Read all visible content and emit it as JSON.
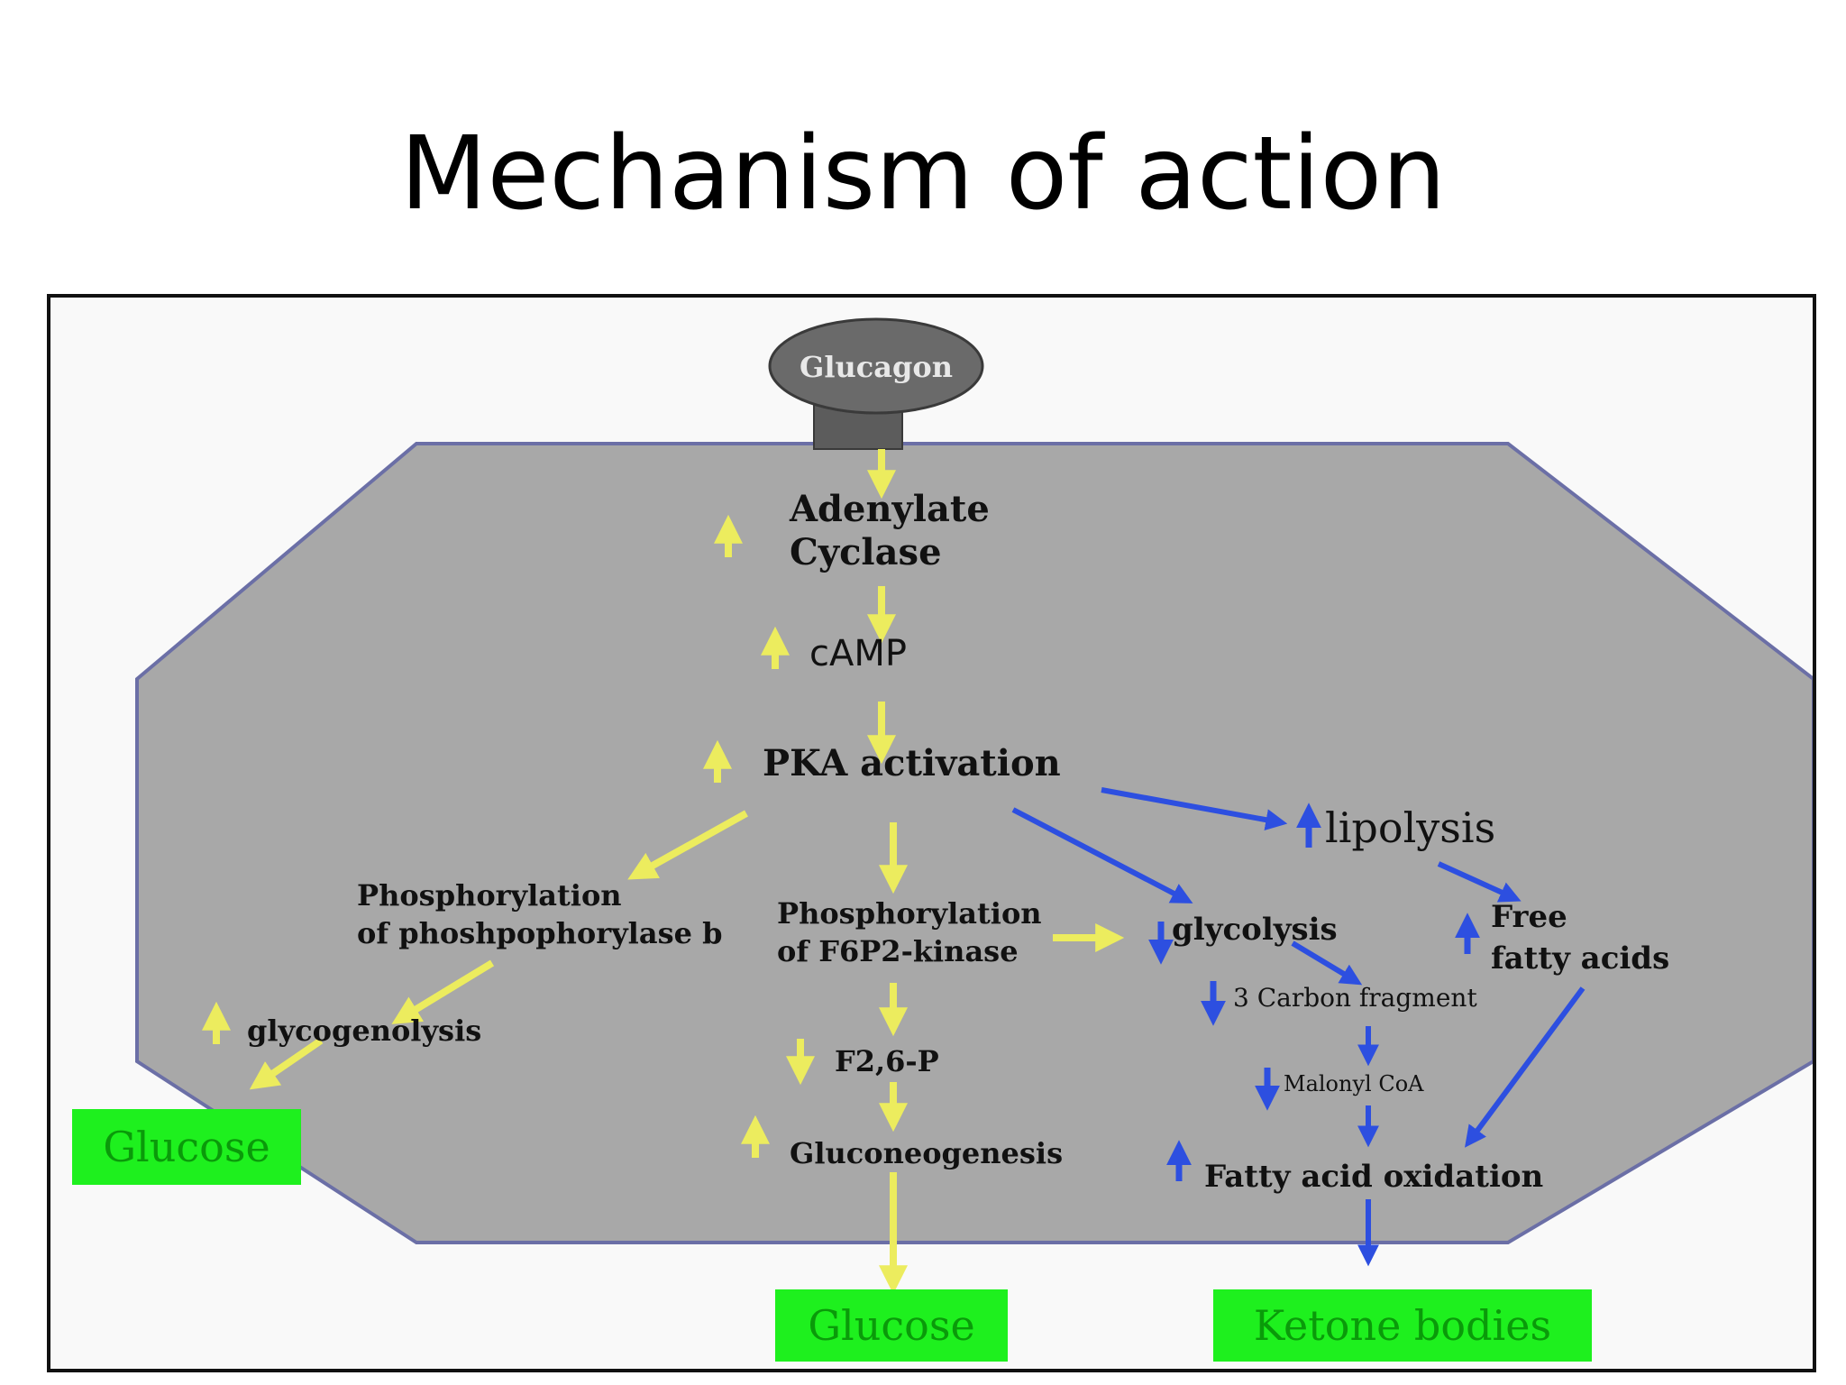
{
  "slide": {
    "title": "Mechanism of action"
  },
  "colors": {
    "cell_fill": "#a8a8a8",
    "cell_border": "#6b6fa6",
    "yellow_arrow": "#ecec5e",
    "blue_arrow": "#2d4fe0",
    "green_box": "#1ef01e",
    "green_text": "#0a9a0a",
    "receptor": "#5c5c5c"
  },
  "diagram": {
    "receptor": "Glucagon",
    "adenylate_1": "Adenylate",
    "adenylate_2": "Cyclase",
    "camp": "cAMP",
    "pka": "PKA activation",
    "lipolysis": "lipolysis",
    "phos_b_1": "Phosphorylation",
    "phos_b_2": "of phoshpophorylase b",
    "phos_f6p_1": "Phosphorylation",
    "phos_f6p_2": "of F6P2-kinase",
    "glycolysis": "glycolysis",
    "ffa_1": "Free",
    "ffa_2": "fatty acids",
    "carbon_fragment": "3 Carbon fragment",
    "glycogenolysis": "glycogenolysis",
    "f26p": "F2,6-P",
    "malonyl": "Malonyl CoA",
    "gluconeogenesis": "Gluconeogenesis",
    "fatty_acid_oxidation": "Fatty acid oxidation",
    "glucose_left": "Glucose",
    "glucose_bottom": "Glucose",
    "ketone_bodies": "Ketone bodies"
  }
}
